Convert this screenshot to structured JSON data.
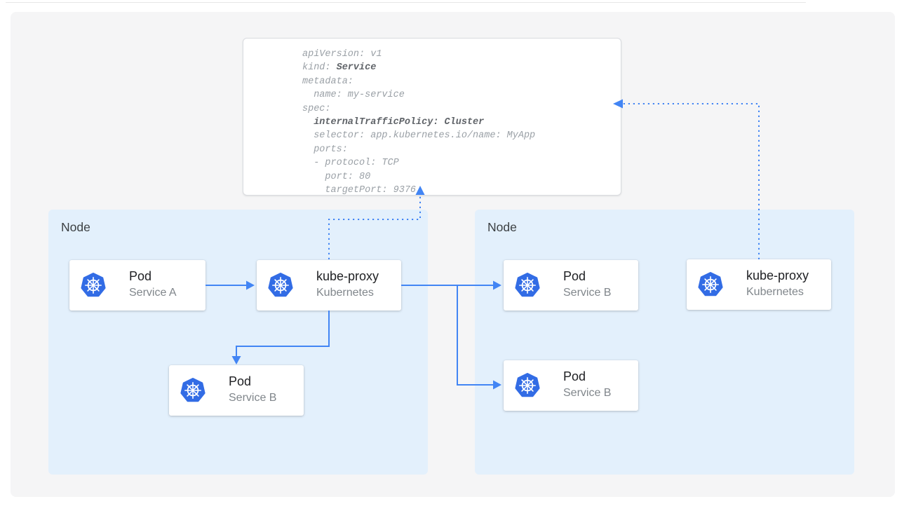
{
  "diagram": {
    "accent_blue": "#4285f4",
    "kubernetes_logo_blue": "#326ce5",
    "node_fill": "#e3f0fc",
    "panel_gray": "#f5f5f6"
  },
  "code_block": {
    "lines": [
      {
        "segments": [
          {
            "text": "apiVersion: v1",
            "bold": false
          }
        ]
      },
      {
        "segments": [
          {
            "text": "kind: ",
            "bold": false
          },
          {
            "text": "Service",
            "bold": true
          }
        ]
      },
      {
        "segments": [
          {
            "text": "metadata:",
            "bold": false
          }
        ]
      },
      {
        "segments": [
          {
            "text": "  name: my-service",
            "bold": false
          }
        ]
      },
      {
        "segments": [
          {
            "text": "spec:",
            "bold": false
          }
        ]
      },
      {
        "segments": [
          {
            "text": "  ",
            "bold": false
          },
          {
            "text": "internalTrafficPolicy: Cluster",
            "bold": true
          }
        ]
      },
      {
        "segments": [
          {
            "text": "  selector: app.kubernetes.io/name: MyApp",
            "bold": false
          }
        ]
      },
      {
        "segments": [
          {
            "text": "  ports:",
            "bold": false
          }
        ]
      },
      {
        "segments": [
          {
            "text": "  - protocol: TCP",
            "bold": false
          }
        ]
      },
      {
        "segments": [
          {
            "text": "    port: 80",
            "bold": false
          }
        ]
      },
      {
        "segments": [
          {
            "text": "    targetPort: 9376",
            "bold": false
          }
        ]
      }
    ]
  },
  "left_node": {
    "label": "Node",
    "pod_a": {
      "icon": "kubernetes-logo",
      "title": "Pod",
      "subtitle": "Service A"
    },
    "kube_proxy": {
      "icon": "kubernetes-logo",
      "title": "kube-proxy",
      "subtitle": "Kubernetes"
    },
    "pod_b": {
      "icon": "kubernetes-logo",
      "title": "Pod",
      "subtitle": "Service B"
    }
  },
  "right_node": {
    "label": "Node",
    "pod_b1": {
      "icon": "kubernetes-logo",
      "title": "Pod",
      "subtitle": "Service B"
    },
    "pod_b2": {
      "icon": "kubernetes-logo",
      "title": "Pod",
      "subtitle": "Service B"
    },
    "kube_proxy": {
      "icon": "kubernetes-logo",
      "title": "kube-proxy",
      "subtitle": "Kubernetes"
    }
  }
}
